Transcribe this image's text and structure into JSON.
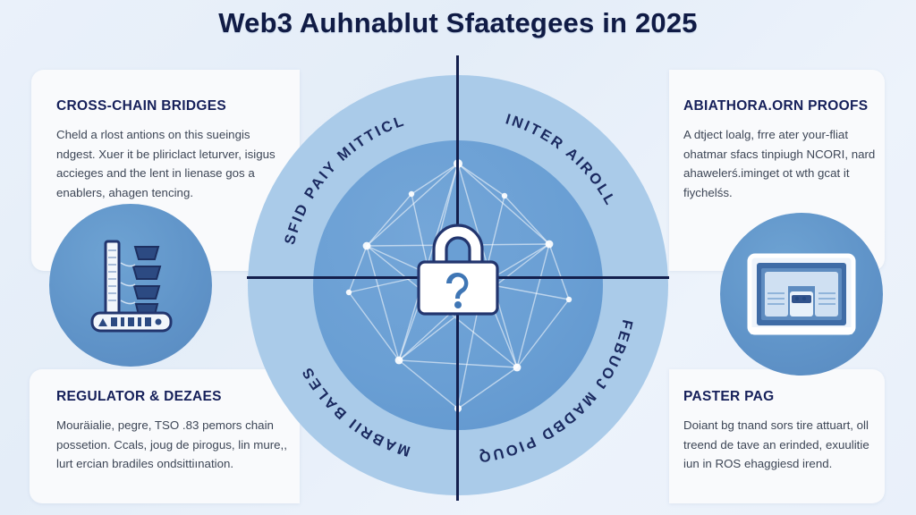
{
  "title": "Web3 Auhnablut Sfaategees in 2025",
  "theme": {
    "background": "#eaf1fa",
    "panel_background": "#f9fafc",
    "heading_color": "#16205a",
    "body_color": "#3d4656",
    "ring_outer_color": "#aacbe9",
    "ring_inner_color": "#6a9fd4",
    "divider_color": "#131f4d",
    "circle_icon_color": "#5f93c8",
    "lock_body_color": "#ffffff",
    "lock_outline_color": "#22356e",
    "mesh_color": "#ffffff"
  },
  "panels": [
    {
      "id": "cross-chain-bridges",
      "position": "top-left",
      "heading": "CROSS-CHAIN BRIDGES",
      "body": "Cheld a rlost antions on this sueingis ndgest. Xuer it be pliriclact leturver, isigus accieges and the lent in lienase gos a enablers, ahagen tencing."
    },
    {
      "id": "abiathora-orn-proofs",
      "position": "top-right",
      "heading": "ABIATHORA.ORN PROOFS",
      "body": "A dtject loalg, frre ater your-fliat ohatmar sfacs tinpiugh NCORI, nard ahawelerś.iminget ot wth gcat it fiychelśs."
    },
    {
      "id": "regulator-dezaes",
      "position": "bottom-left",
      "heading": "REGULATOR & DEZAES",
      "body": "Mouräialie, pegre, TSO .83 pemors chain possetion. Ccals, joug de pirogus, lin mure,, lurt ercian bradiles ondsittiınation."
    },
    {
      "id": "paster-pag",
      "position": "bottom-right",
      "heading": "PASTER PAG",
      "body": "Doiant bg tnand sors tire attuart, oll treend de tave an erinded, exuulitie iun in ROS ehaggiesd irend."
    }
  ],
  "arc_labels": [
    {
      "id": "arc-top-left",
      "text": "SFID PAIY MITTICL"
    },
    {
      "id": "arc-top-right",
      "text": "INITER AIROLL"
    },
    {
      "id": "arc-bottom-left",
      "text": "MABRII BALES"
    },
    {
      "id": "arc-bottom-right",
      "text": "FEBUOJ MADBD PIOUQ"
    }
  ],
  "icons": {
    "center": {
      "name": "padlock-question-icon"
    },
    "left": {
      "name": "bridge-pillar-icon"
    },
    "right": {
      "name": "server-screen-icon"
    },
    "mesh": {
      "name": "network-mesh-icon"
    }
  }
}
